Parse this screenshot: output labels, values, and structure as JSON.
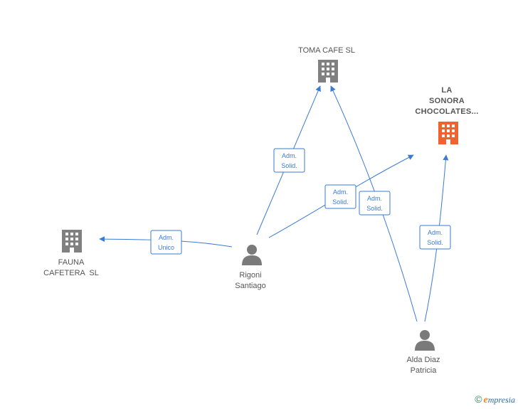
{
  "colors": {
    "edge": "#3a7bd5",
    "company": "#808080",
    "company_highlight": "#f0622e",
    "person": "#7a7a7a",
    "label_text": "#555555"
  },
  "nodes": {
    "toma_cafe": {
      "kind": "company",
      "label_lines": [
        "TOMA CAFE SL"
      ],
      "icon": "building-icon"
    },
    "la_sonora": {
      "kind": "company-highlight",
      "label_lines": [
        "LA",
        "SONORA",
        "CHOCOLATES..."
      ],
      "icon": "building-icon"
    },
    "fauna_cafetera": {
      "kind": "company",
      "label_lines": [
        "FAUNA",
        "CAFETERA  SL"
      ],
      "icon": "building-icon"
    },
    "rigoni": {
      "kind": "person",
      "label_lines": [
        "Rigoni",
        "Santiago"
      ],
      "icon": "person-icon"
    },
    "alda_diaz": {
      "kind": "person",
      "label_lines": [
        "Alda Diaz",
        "Patricia"
      ],
      "icon": "person-icon"
    }
  },
  "edges": [
    {
      "from": "rigoni",
      "to": "toma_cafe",
      "label_lines": [
        "Adm.",
        "Solid."
      ]
    },
    {
      "from": "rigoni",
      "to": "la_sonora",
      "label_lines": [
        "Adm.",
        "Solid."
      ]
    },
    {
      "from": "rigoni",
      "to": "fauna_cafetera",
      "label_lines": [
        "Adm.",
        "Unico"
      ]
    },
    {
      "from": "alda_diaz",
      "to": "toma_cafe",
      "label_lines": [
        "Adm.",
        "Solid."
      ]
    },
    {
      "from": "alda_diaz",
      "to": "la_sonora",
      "label_lines": [
        "Adm.",
        "Solid."
      ]
    }
  ],
  "brand": {
    "copyright": "©",
    "first_letter": "e",
    "rest": "mpresia"
  }
}
